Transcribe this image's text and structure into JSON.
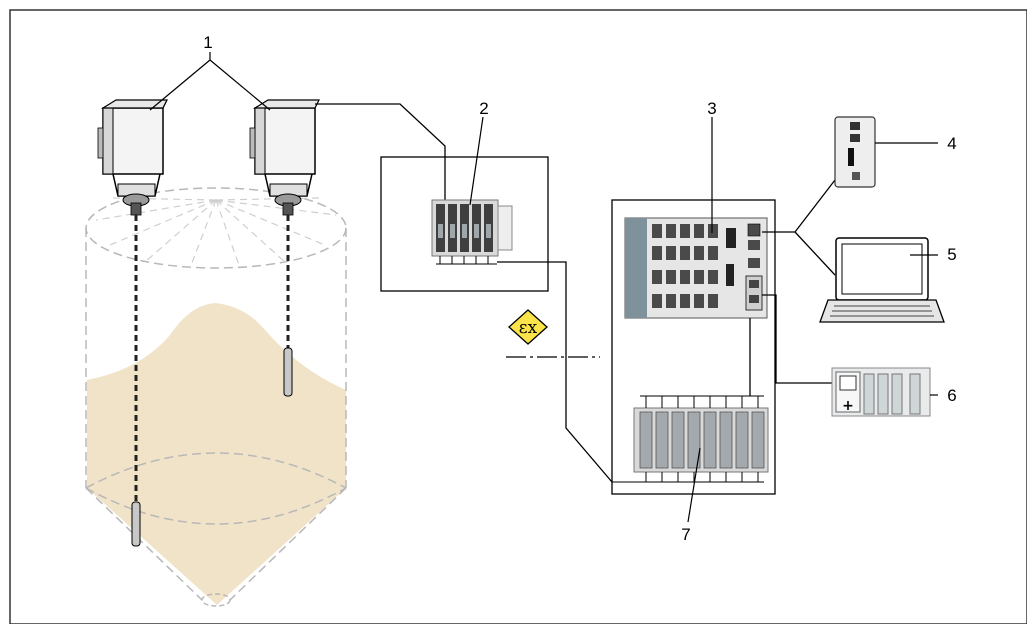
{
  "diagram": {
    "callouts": [
      {
        "id": "c1",
        "text": "1"
      },
      {
        "id": "c2",
        "text": "2"
      },
      {
        "id": "c3",
        "text": "3"
      },
      {
        "id": "c4",
        "text": "4"
      },
      {
        "id": "c5",
        "text": "5"
      },
      {
        "id": "c6",
        "text": "6"
      },
      {
        "id": "c7",
        "text": "7"
      }
    ],
    "ex_mark": "εx",
    "colors": {
      "bulk_material": "#f1e3c8",
      "ex_badge": "#fbe44a",
      "device_gray": "#d9d9d9",
      "device_dark": "#3f3f3f",
      "controller_blue_gray": "#7f929b",
      "line": "#000000",
      "dashed": "#b8b8b8"
    }
  }
}
